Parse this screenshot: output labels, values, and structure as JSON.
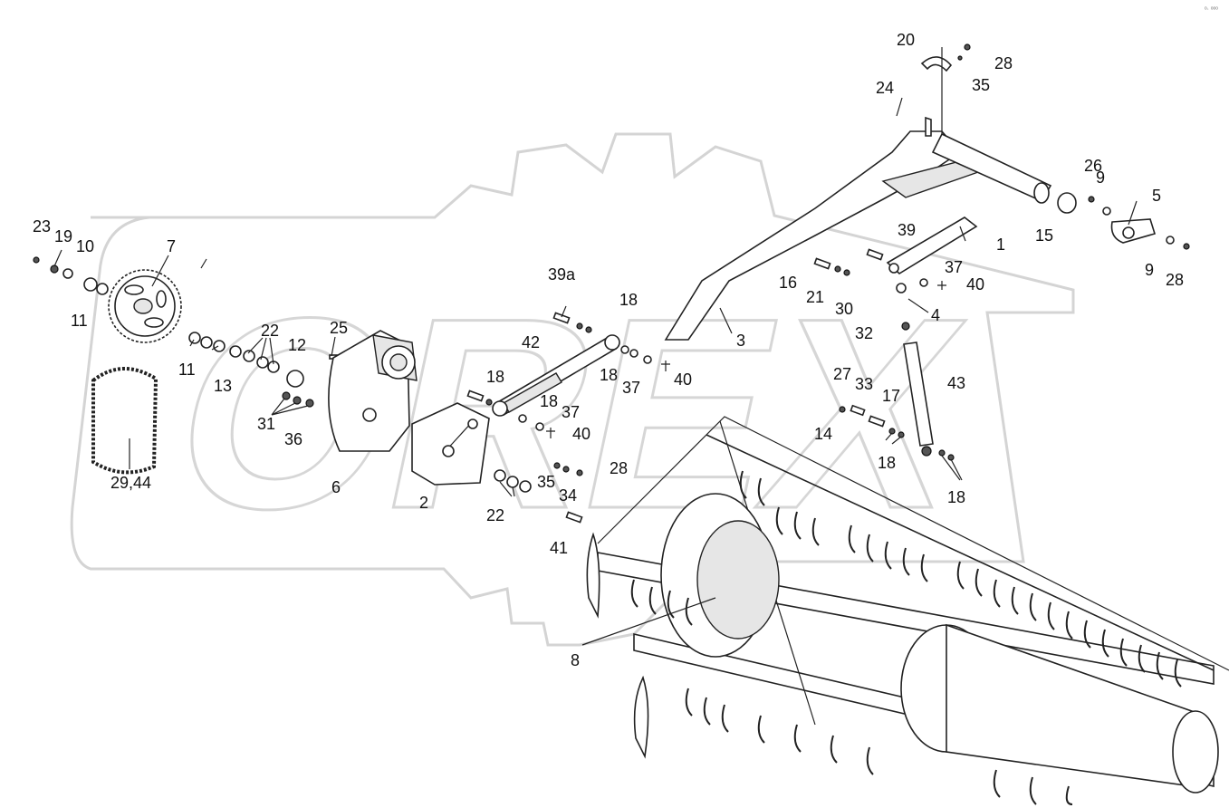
{
  "corner_mark": "ᵒ· ᵒᵒᵒ",
  "watermark": "OREX",
  "labels": {
    "l1": "1",
    "l2": "2",
    "l3": "3",
    "l4": "4",
    "l5": "5",
    "l6": "6",
    "l7": "7",
    "l8": "8",
    "l9a": "9",
    "l9b": "9",
    "l10": "10",
    "l11a": "11",
    "l11b": "11",
    "l12": "12",
    "l13": "13",
    "l14": "14",
    "l15": "15",
    "l16": "16",
    "l17": "17",
    "l18a": "18",
    "l18b": "18",
    "l18c": "18",
    "l18d": "18",
    "l18e": "18",
    "l18f": "18",
    "l19": "19",
    "l20": "20",
    "l21": "21",
    "l22a": "22",
    "l22b": "22",
    "l23": "23",
    "l24": "24",
    "l25": "25",
    "l26": "26",
    "l27": "27",
    "l28a": "28",
    "l28b": "28",
    "l28c": "28",
    "l2944": "29,44",
    "l30": "30",
    "l31": "31",
    "l32": "32",
    "l33": "33",
    "l34": "34",
    "l35a": "35",
    "l35b": "35",
    "l36": "36",
    "l37a": "37",
    "l37b": "37",
    "l37c": "37",
    "l39": "39",
    "l39a": "39a",
    "l40a": "40",
    "l40b": "40",
    "l40c": "40",
    "l41": "41",
    "l42": "42",
    "l43": "43"
  }
}
